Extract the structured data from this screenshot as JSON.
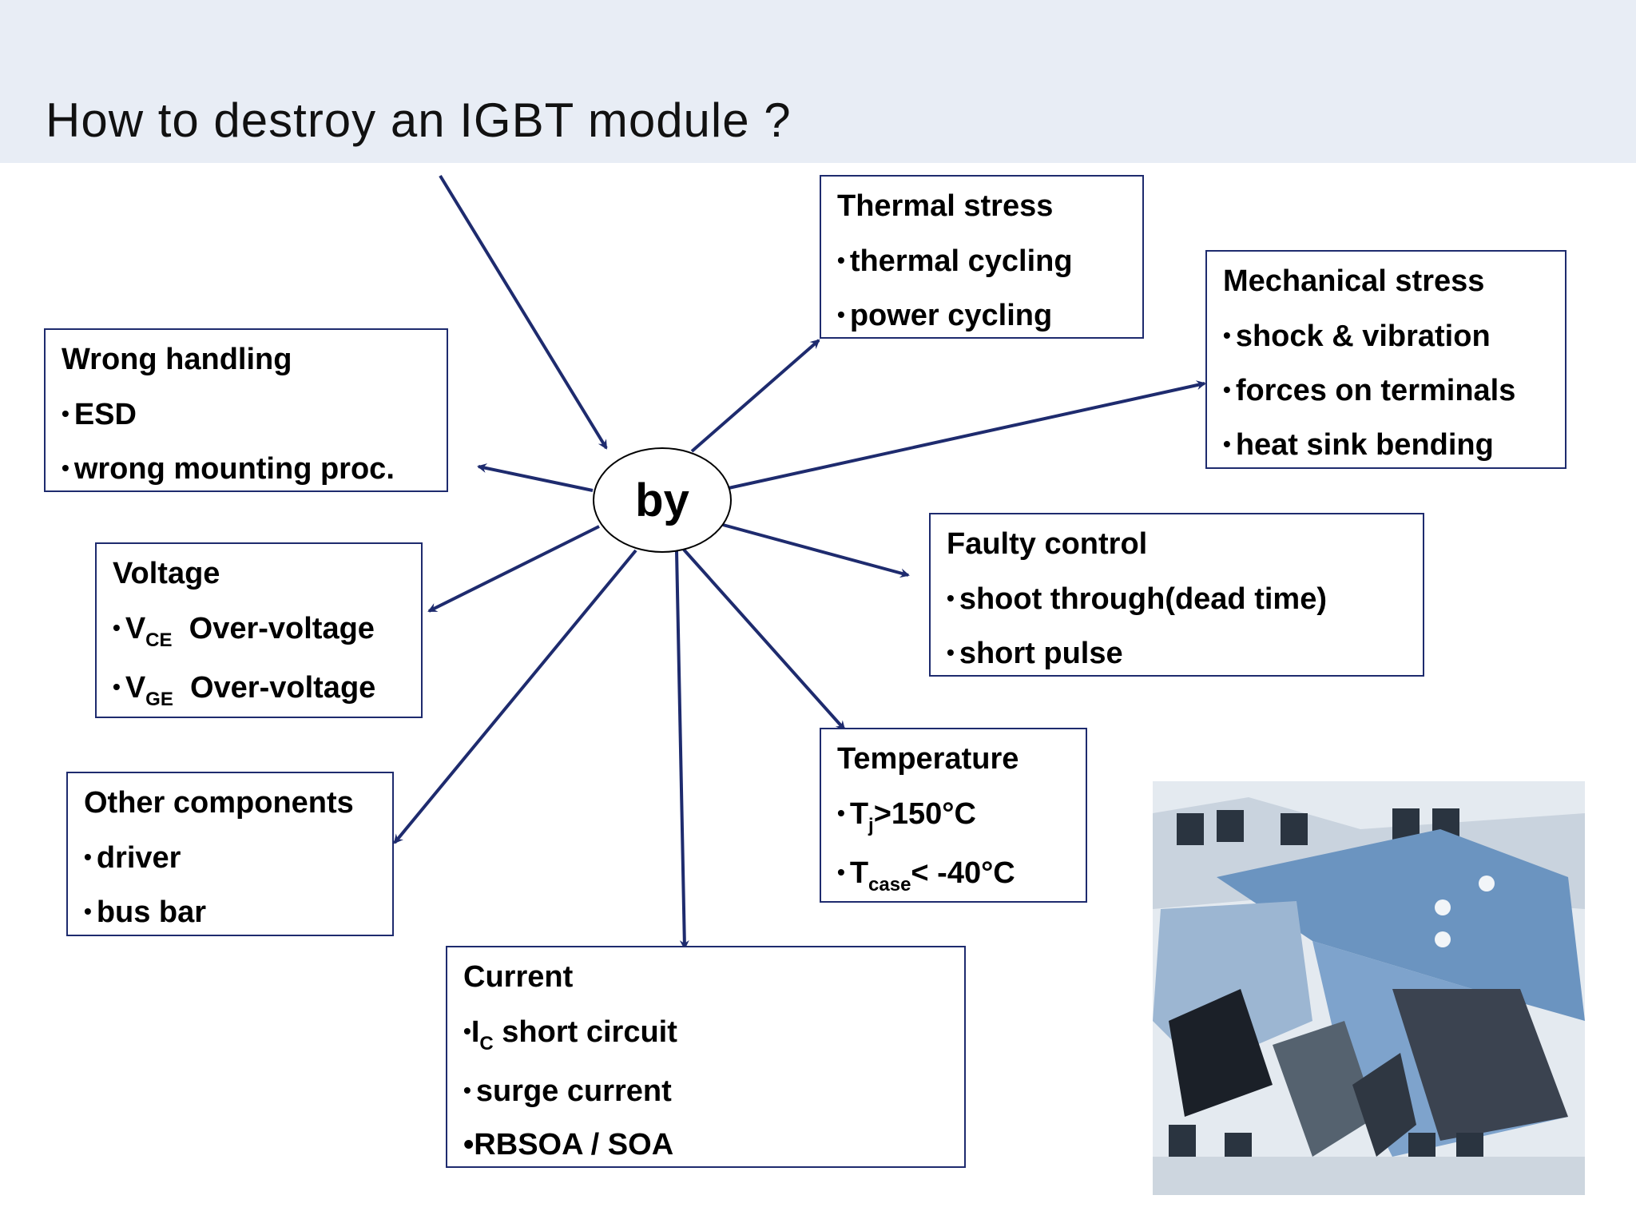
{
  "title": "How to destroy an IGBT module ?",
  "hub_label": "by",
  "colors": {
    "title_band": "#e8edf5",
    "box_border": "#1e2b6e",
    "arrow": "#1e2b6e"
  },
  "boxes": {
    "thermal": {
      "head": "Thermal stress",
      "items": [
        "thermal cycling",
        "power cycling"
      ]
    },
    "mechanical": {
      "head": "Mechanical stress",
      "items": [
        "shock &  vibration",
        "forces on terminals",
        "heat sink bending"
      ]
    },
    "wrong_handling": {
      "head": "Wrong handling",
      "items": [
        "ESD",
        "wrong mounting proc."
      ]
    },
    "faulty_control": {
      "head": "Faulty control",
      "items": [
        "shoot through(dead time)",
        "short pulse"
      ]
    },
    "voltage": {
      "head": "Voltage",
      "items": [
        {
          "main": "V",
          "sub": "CE",
          "rest": "Over-voltage"
        },
        {
          "main": "V",
          "sub": "GE",
          "rest": "Over-voltage"
        }
      ]
    },
    "temperature": {
      "head": "Temperature",
      "items": [
        {
          "main": "T",
          "sub": "j",
          "rest": ">150°C"
        },
        {
          "main": "T",
          "sub": "case",
          "rest": "< -40°C"
        }
      ]
    },
    "other": {
      "head": "Other components",
      "items": [
        "driver",
        "bus bar"
      ]
    },
    "current": {
      "head": "Current",
      "ic_main": "I",
      "ic_sub": "C",
      "ic_rest": " short circuit",
      "surge": "surge current",
      "soa": "•RBSOA / SOA"
    }
  },
  "bullet": "•",
  "photo_icon": "damaged-igbt-module-photo"
}
